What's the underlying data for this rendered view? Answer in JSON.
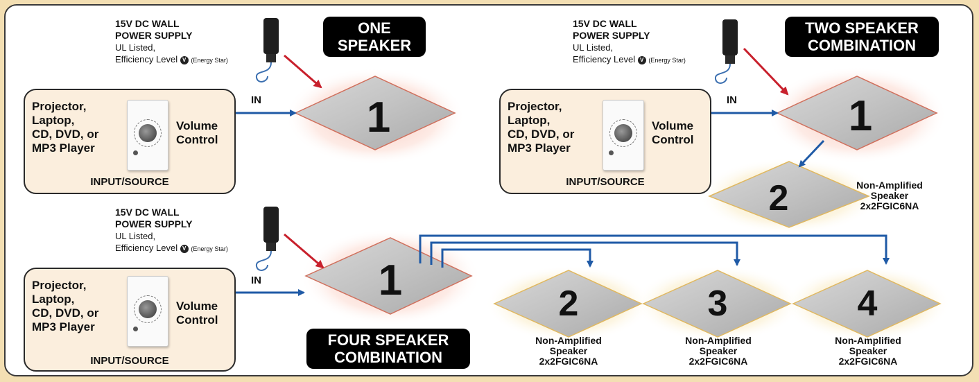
{
  "colors": {
    "arrow_blue": "#1f5aa6",
    "arrow_red": "#c8202c",
    "panel_bg": "#fbeedd",
    "page_bg": "#f3dfb3"
  },
  "psu": {
    "line1": "15V DC WALL",
    "line2": "POWER SUPPLY",
    "line3": "UL Listed,",
    "line4_prefix": "Efficiency Level",
    "badge": "V",
    "line4_suffix": "(Energy Star)"
  },
  "source": {
    "lines": [
      "Projector,",
      "Laptop,",
      "CD, DVD, or",
      "MP3 Player"
    ],
    "volume_line1": "Volume",
    "volume_line2": "Control",
    "caption": "INPUT/SOURCE"
  },
  "in_label": "IN",
  "titles": {
    "one": [
      "ONE",
      "SPEAKER"
    ],
    "two": [
      "TWO SPEAKER",
      "COMBINATION"
    ],
    "four": [
      "FOUR SPEAKER",
      "COMBINATION"
    ]
  },
  "speakers": {
    "numbers": [
      "1",
      "2",
      "3",
      "4"
    ],
    "non_amp_line1": "Non-Amplified",
    "non_amp_line2": "Speaker",
    "model": "2x2FGIC6NA"
  },
  "icons": [
    "power-adapter-icon",
    "volume-control-plate-icon",
    "speaker-panel-icon"
  ]
}
